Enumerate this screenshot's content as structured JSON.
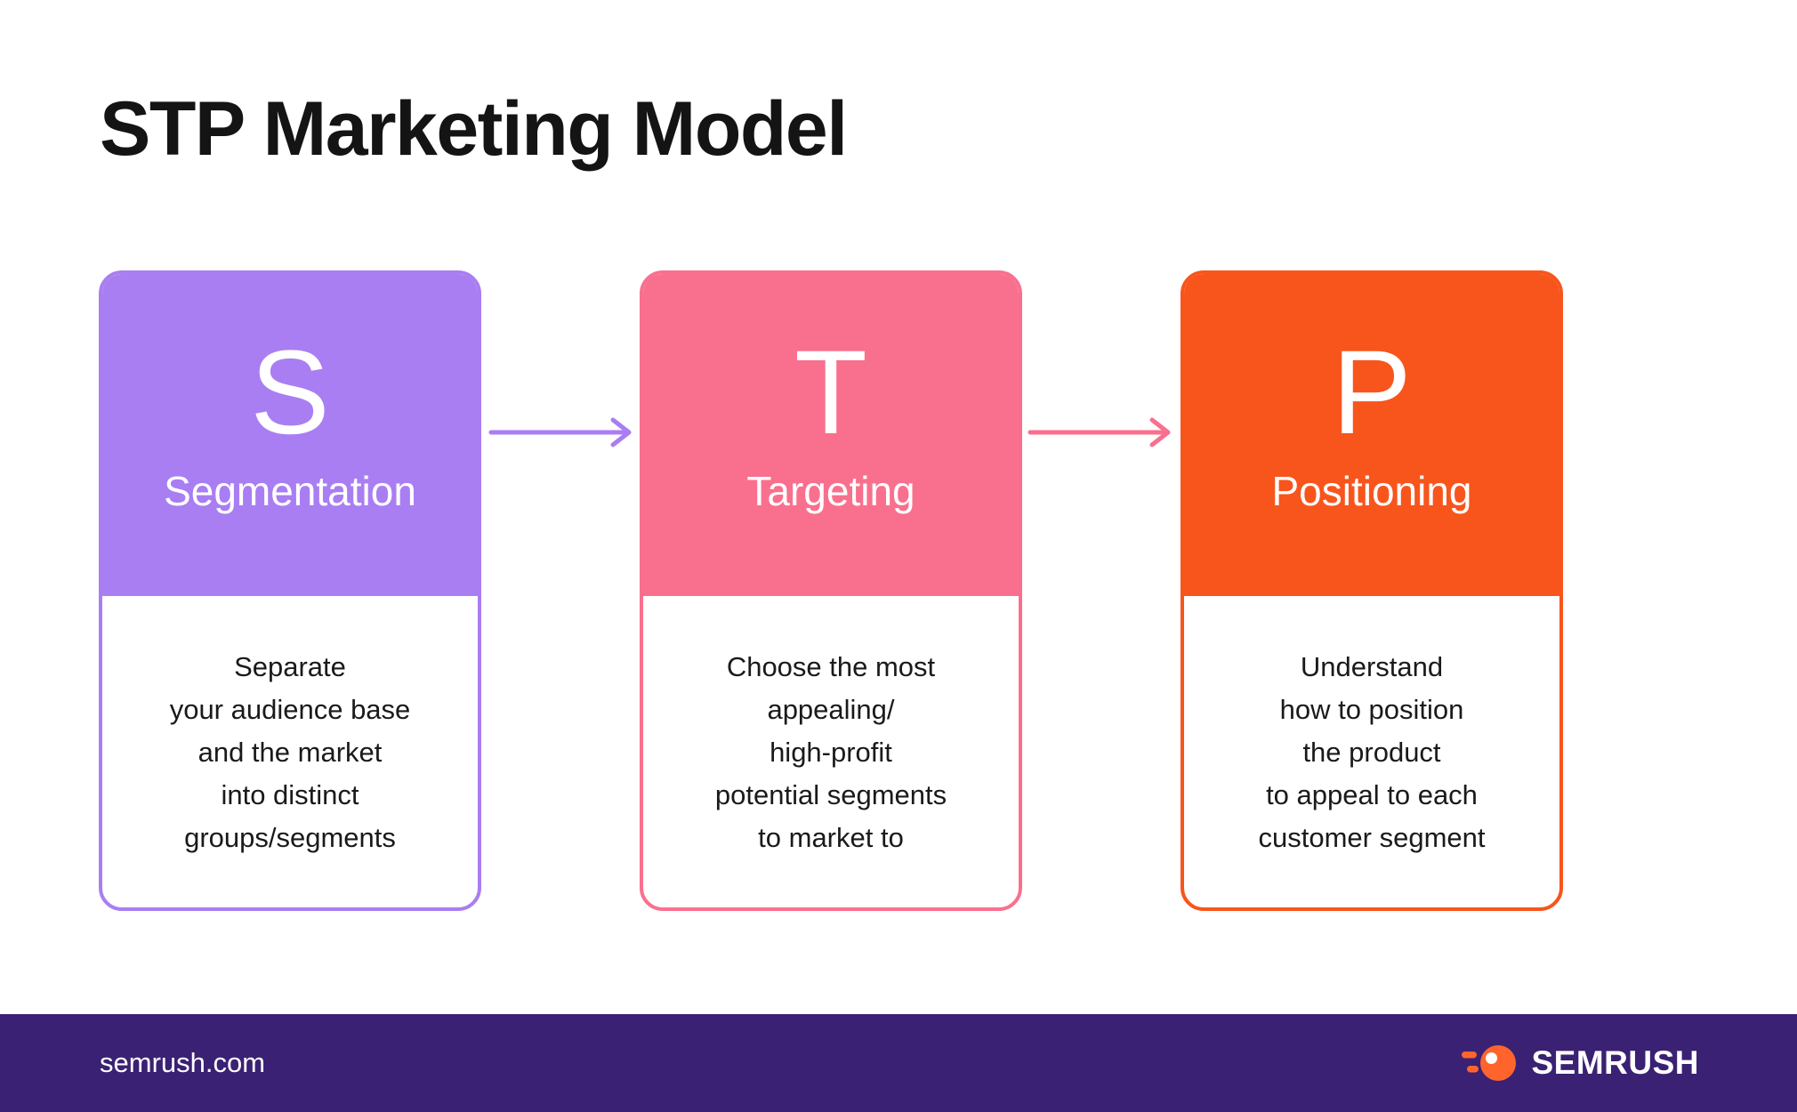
{
  "page": {
    "title": "STP Marketing Model"
  },
  "cards": [
    {
      "letter": "S",
      "label": "Segmentation",
      "description": "Separate\nyour audience base\nand the market\ninto distinct\ngroups/segments",
      "accent": "#A97EF2"
    },
    {
      "letter": "T",
      "label": "Targeting",
      "description": "Choose the most\nappealing/\nhigh-profit\npotential segments\nto market to",
      "accent": "#F9708E"
    },
    {
      "letter": "P",
      "label": "Positioning",
      "description": "Understand\nhow to position\nthe product\nto appeal to each\ncustomer segment",
      "accent": "#F8551C"
    }
  ],
  "arrows": [
    {
      "direction": "right",
      "color": "#A97EF2"
    },
    {
      "direction": "right",
      "color": "#F9708E"
    }
  ],
  "footer": {
    "site": "semrush.com",
    "brand": "SEMRUSH",
    "background": "#3A2173",
    "logo_color": "#FF642D"
  }
}
